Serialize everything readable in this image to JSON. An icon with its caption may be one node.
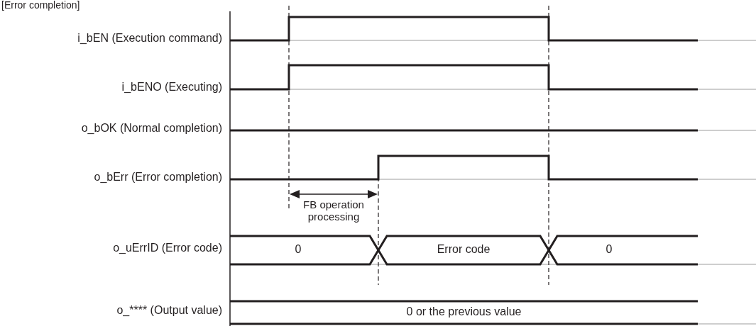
{
  "diagram": {
    "title": "[Error completion]",
    "labels": [
      "i_bEN (Execution command)",
      "i_bENO (Executing)",
      "o_bOK (Normal completion)",
      "o_bErr (Error completion)",
      "o_uErrID (Error code)",
      "o_**** (Output value)",
      "FB operation processing",
      "0",
      "Error code",
      "0",
      "0 or the previous value"
    ]
  }
}
